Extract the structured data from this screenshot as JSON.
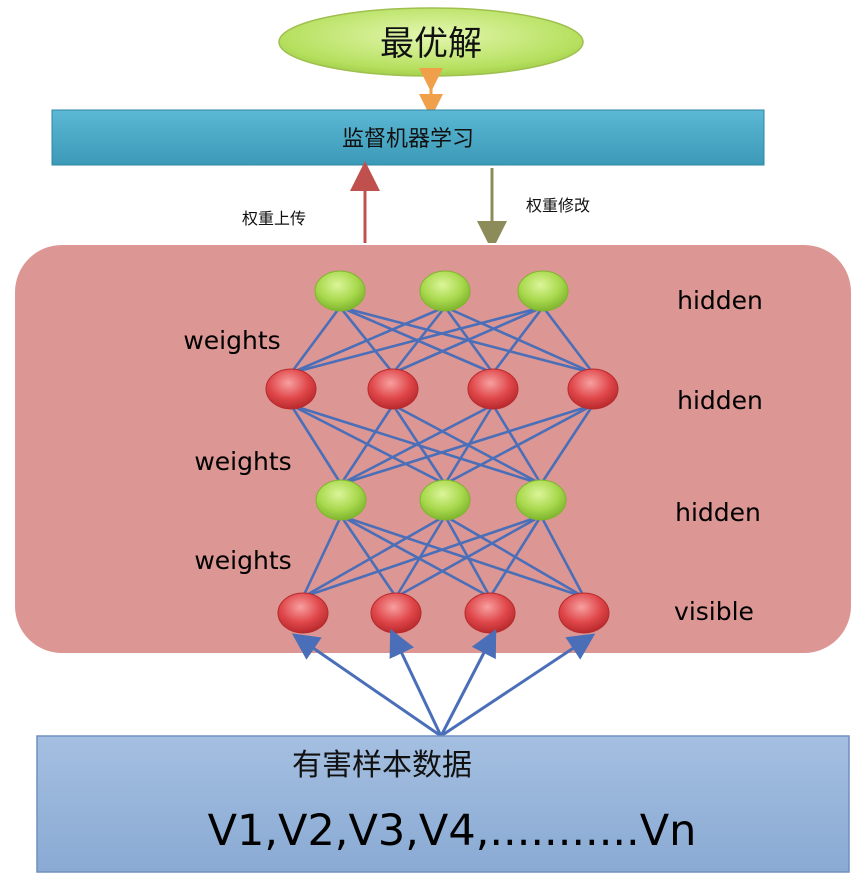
{
  "optimum": {
    "label": "最优解"
  },
  "supervised": {
    "label": "监督机器学习"
  },
  "arrows": {
    "upload_label": "权重上传",
    "modify_label": "权重修改"
  },
  "network": {
    "layer_labels": [
      "hidden",
      "hidden",
      "hidden",
      "visible"
    ],
    "weights_labels": [
      "weights",
      "weights",
      "weights"
    ],
    "layer_node_counts": [
      3,
      4,
      3,
      4
    ],
    "colors": {
      "green_node": "#a9d94e",
      "red_node": "#e0474a",
      "edge": "#4a6fb8",
      "panel": "#dc9693"
    }
  },
  "data_box": {
    "title": "有害样本数据",
    "vectors": "V1,V2,V3,V4,...........Vn"
  },
  "colors": {
    "ellipse_fill": "#b6e05f",
    "supervised_fill": "#4aaac6",
    "upload_arrow": "#c0504d",
    "modify_arrow": "#8c8c5a",
    "double_arrow": "#f0a04a",
    "data_fill": "#95b3d7"
  }
}
